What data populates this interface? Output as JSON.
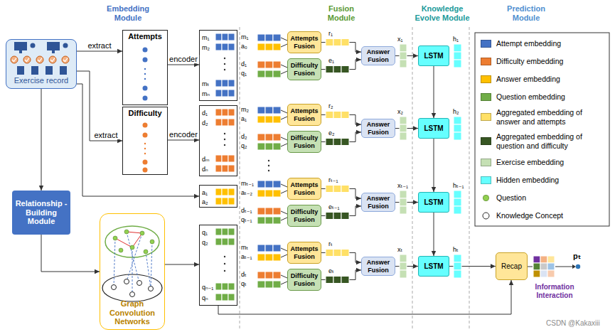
{
  "diagram": {
    "nodes": [
      {
        "text": [
          "Exercise record"
        ]
      },
      {
        "text": [
          "Attempts"
        ]
      },
      {
        "text": [
          "Difficulty"
        ]
      },
      {
        "text": [
          "Relationship -Building Module"
        ]
      },
      {
        "text": [
          "Graph Convolution Networks"
        ]
      },
      {
        "text": [
          "m₁",
          "m₂",
          "mₜ",
          "mₙ"
        ]
      },
      {
        "text": [
          "d₁",
          "d₂",
          "dₘ",
          "dₙ"
        ]
      },
      {
        "text": [
          "a₁",
          "a₂"
        ]
      },
      {
        "text": [
          "q₁",
          "q₂",
          "qₙ₋₁",
          "qₙ"
        ]
      },
      {
        "text": [
          "Attempts Fusion"
        ]
      },
      {
        "text": [
          "Difficulty Fusion"
        ]
      },
      {
        "text": [
          "Answer Fusion"
        ]
      },
      {
        "text": [
          "LSTM"
        ]
      },
      {
        "text": [
          "Attempts Fusion"
        ]
      },
      {
        "text": [
          "Difficulty Fusion"
        ]
      },
      {
        "text": [
          "Answer Fusion"
        ]
      },
      {
        "text": [
          "LSTM"
        ]
      },
      {
        "text": [
          "Attempts Fusion"
        ]
      },
      {
        "text": [
          "Difficulty Fusion"
        ]
      },
      {
        "text": [
          "Answer Fusion"
        ]
      },
      {
        "text": [
          "LSTM"
        ]
      },
      {
        "text": [
          "Attempts Fusion"
        ]
      },
      {
        "text": [
          "Difficulty Fusion"
        ]
      },
      {
        "text": [
          "Answer Fusion"
        ]
      },
      {
        "text": [
          "LSTM"
        ]
      },
      {
        "text": [
          "Recap"
        ]
      }
    ],
    "edges": [
      {
        "from": 0,
        "to": 1,
        "label": "extract",
        "arrow": "to"
      },
      {
        "from": 0,
        "to": 2,
        "label": "extract",
        "arrow": "to"
      },
      {
        "from": 0,
        "to": 7,
        "arrow": "to"
      },
      {
        "from": 0,
        "to": 3,
        "arrow": "to"
      },
      {
        "from": 3,
        "to": 4,
        "arrow": "to"
      },
      {
        "from": 1,
        "to": 5,
        "label": "encoder",
        "arrow": "to"
      },
      {
        "from": 2,
        "to": 6,
        "label": "encoder",
        "arrow": "to"
      },
      {
        "from": 4,
        "to": 8,
        "arrow": "to"
      },
      {
        "from": 8,
        "to": 25,
        "arrow": "to"
      },
      {
        "from": 9,
        "to": 11,
        "arrow": "to"
      },
      {
        "from": 10,
        "to": 11,
        "arrow": "to"
      },
      {
        "from": 11,
        "to": 12,
        "arrow": "to"
      },
      {
        "from": 13,
        "to": 15,
        "arrow": "to"
      },
      {
        "from": 14,
        "to": 15,
        "arrow": "to"
      },
      {
        "from": 15,
        "to": 16,
        "arrow": "to"
      },
      {
        "from": 17,
        "to": 19,
        "arrow": "to"
      },
      {
        "from": 18,
        "to": 19,
        "arrow": "to"
      },
      {
        "from": 19,
        "to": 20,
        "arrow": "to"
      },
      {
        "from": 21,
        "to": 23,
        "arrow": "to"
      },
      {
        "from": 22,
        "to": 23,
        "arrow": "to"
      },
      {
        "from": 23,
        "to": 24,
        "arrow": "to"
      },
      {
        "from": 12,
        "to": 16,
        "arrow": "to"
      },
      {
        "from": 16,
        "to": 20,
        "arrow": "to"
      },
      {
        "from": 20,
        "to": 24,
        "arrow": "to"
      },
      {
        "from": 24,
        "to": 25,
        "arrow": "to"
      }
    ],
    "labels": [
      "Embedding Module",
      "Fusion Module",
      "Knowledge Evolve Module",
      "Prediction Module",
      "m₁",
      "a₀",
      "d₁",
      "q₁",
      "r₁",
      "e₁",
      "x₁",
      "h₁",
      "m₂",
      "a₁",
      "d₂",
      "q₂",
      "r₂",
      "e₂",
      "x₂",
      "h₂",
      "mₜ₋₁",
      "aₜ₋₂",
      "dₜ₋₁",
      "qₜ₋₁",
      "rₜ₋₁",
      "eₜ₋₁",
      "xₜ₋₁",
      "hₜ₋₁",
      "mₜ",
      "aₜ₋₁",
      "dₜ",
      "qₜ",
      "rₜ",
      "eₜ",
      "xₜ",
      "hₜ",
      "Information Interaction",
      "pₜ",
      "CSDN @Kakaxiii"
    ],
    "legend": [
      {
        "text": "Attempt embedding",
        "color": "#4472c4"
      },
      {
        "text": "Difficulty embedding",
        "color": "#ed7d31"
      },
      {
        "text": "Answer embedding",
        "color": "#ffc000"
      },
      {
        "text": "Question embedding",
        "color": "#70ad47"
      },
      {
        "text": "Aggregated embedding of answer and attempts",
        "color": "#ffe066"
      },
      {
        "text": "Aggregated embedding of question and difficulty",
        "color": "#375623"
      },
      {
        "text": "Exercise embedding",
        "color": "#c5e0b4"
      },
      {
        "text": "Hidden embedding",
        "color": "#66ffff"
      },
      {
        "text": "Question",
        "color": "#92d050"
      },
      {
        "text": "Knowledge Concept"
      }
    ]
  }
}
